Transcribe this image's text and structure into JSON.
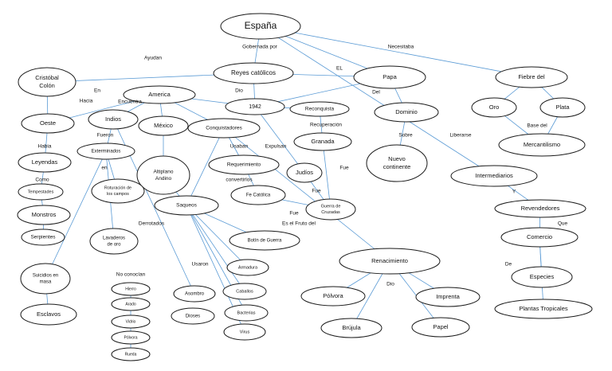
{
  "concept_map": {
    "nodes": {
      "espana": {
        "text": [
          "España"
        ]
      },
      "reyes": {
        "text": [
          "Reyes católicos"
        ]
      },
      "papa": {
        "text": [
          "Papa"
        ]
      },
      "fiebre": {
        "text": [
          "Fiebre del"
        ]
      },
      "colon": {
        "text": [
          "Cristóbal",
          "Colón"
        ]
      },
      "america": {
        "text": [
          "America"
        ]
      },
      "y1942": {
        "text": [
          "1942"
        ]
      },
      "reconquista": {
        "text": [
          "Reconquista"
        ]
      },
      "dominio": {
        "text": [
          "Dominio"
        ]
      },
      "oro": {
        "text": [
          "Oro"
        ]
      },
      "plata": {
        "text": [
          "Plata"
        ]
      },
      "oeste": {
        "text": [
          "Oeste"
        ]
      },
      "indios": {
        "text": [
          "Indios"
        ]
      },
      "mexico": {
        "text": [
          "México"
        ]
      },
      "conquistadores": {
        "text": [
          "Conquistadores"
        ]
      },
      "granada": {
        "text": [
          "Granada"
        ]
      },
      "mercantilismo": {
        "text": [
          "Mercantilismo"
        ]
      },
      "leyendas": {
        "text": [
          "Leyendas"
        ]
      },
      "exterminados": {
        "text": [
          "Exterminados"
        ]
      },
      "altiplano": {
        "text": [
          "Altiplano",
          "Andino"
        ]
      },
      "requerimiento": {
        "text": [
          "Requerimiento"
        ]
      },
      "judios": {
        "text": [
          "Judíos"
        ]
      },
      "nuevo": {
        "text": [
          "Nuevo",
          "continente"
        ]
      },
      "intermediarios": {
        "text": [
          "Intermediarios"
        ]
      },
      "tempestades": {
        "text": [
          "Tempestades"
        ]
      },
      "roturacion": {
        "text": [
          "Roturación de",
          "los campos"
        ]
      },
      "fe": {
        "text": [
          "Fe Católica"
        ]
      },
      "monstros": {
        "text": [
          "Monstros"
        ]
      },
      "saqueos": {
        "text": [
          "Saqueos"
        ]
      },
      "guerra": {
        "text": [
          "Guerra de",
          "Cruzadas"
        ]
      },
      "revendedores": {
        "text": [
          "Revendedores"
        ]
      },
      "serpientes": {
        "text": [
          "Serpientes"
        ]
      },
      "lavaderos": {
        "text": [
          "Lavaderos",
          "de oro"
        ]
      },
      "botin": {
        "text": [
          "Botín de Guerra"
        ]
      },
      "comercio": {
        "text": [
          "Comercio"
        ]
      },
      "renacimiento": {
        "text": [
          "Renacimiento"
        ]
      },
      "armadura": {
        "text": [
          "Armadura"
        ]
      },
      "suicidios": {
        "text": [
          "Suicidios en",
          "masa"
        ]
      },
      "especies": {
        "text": [
          "Especies"
        ]
      },
      "hierro": {
        "text": [
          "Hierro"
        ]
      },
      "caballos": {
        "text": [
          "Caballos"
        ]
      },
      "asombro": {
        "text": [
          "Asombro"
        ]
      },
      "polvora": {
        "text": [
          "Pólvora"
        ]
      },
      "imprenta": {
        "text": [
          "Imprenta"
        ]
      },
      "arado": {
        "text": [
          "Arado"
        ]
      },
      "bacterias": {
        "text": [
          "Bacterias"
        ]
      },
      "plantas": {
        "text": [
          "Plantas Tropicales"
        ]
      },
      "esclavos": {
        "text": [
          "Esclavos"
        ]
      },
      "dioses": {
        "text": [
          "Dioses"
        ]
      },
      "vidrio": {
        "text": [
          "Vidrio"
        ]
      },
      "brujula": {
        "text": [
          "Brújula"
        ]
      },
      "papel": {
        "text": [
          "Papel"
        ]
      },
      "virus": {
        "text": [
          "Virus"
        ]
      },
      "polvora2": {
        "text": [
          "Pólvora"
        ]
      },
      "rueda": {
        "text": [
          "Rueda"
        ]
      }
    },
    "edge_labels": {
      "ayudan": "Ayudan",
      "gobernada_por": "Gobernada por",
      "necesitaba": "Necesitaba",
      "el": "EL",
      "en": "En",
      "hacia": "Hacia",
      "encuentra": "Encuentra",
      "dio": "Dio",
      "del": "Del",
      "recuperacion": "Recuperación",
      "fueron": "Fueron",
      "habia": "Habia",
      "base_del": "Base del",
      "sobre": "Sobre",
      "liberarse": "Liberarse",
      "usaban": "Usaban",
      "expulsan": "Expulsan",
      "en2": "en",
      "convertirlos": "convertirlos",
      "fue1": "Fue",
      "como": "Como",
      "fue2": "Fue",
      "y": "Y",
      "fue3": "Fue",
      "derrotados": "Derrotados",
      "es_fruto": "Es el Fruto del",
      "que": "Que",
      "usaron": "Usaron",
      "de": "De",
      "no_conocian": "No conocían",
      "dio2": "Dio"
    }
  }
}
